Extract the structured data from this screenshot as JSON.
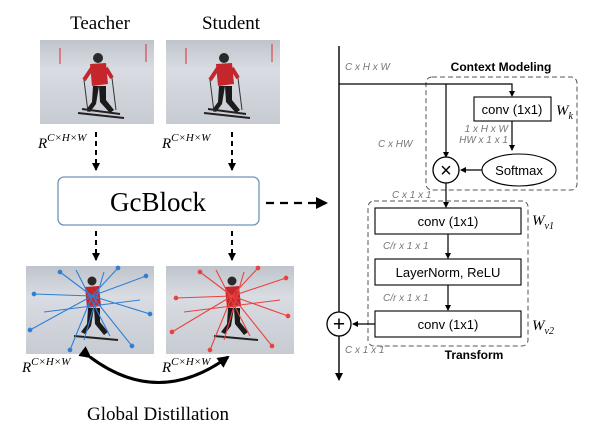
{
  "left": {
    "teacher_label": "Teacher",
    "student_label": "Student",
    "shape_base": "R",
    "shape_sup": "C×H×W",
    "gcblock_label": "GcBlock",
    "bottom_label": "Global Distillation"
  },
  "right": {
    "input_dim": "C x H x W",
    "context_title": "Context Modeling",
    "context_conv": "conv (1x1)",
    "wk_base": "W",
    "wk_sub": "k",
    "dim_1hw": "1 x H x W",
    "dim_hw11": "HW x 1 x 1",
    "dim_chw": "C x HW",
    "multiply_symbol": "×",
    "softmax_label": "Softmax",
    "dim_c11_a": "C x 1 x 1",
    "transform_conv1": "conv (1x1)",
    "wv1_base": "W",
    "wv1_sub": "v1",
    "dim_cr11_a": "C/r x 1 x 1",
    "layernorm_label": "LayerNorm, ReLU",
    "dim_cr11_b": "C/r x 1 x 1",
    "transform_conv2": "conv (1x1)",
    "wv2_base": "W",
    "wv2_sub": "v2",
    "add_symbol": "+",
    "dim_c11_b": "C x 1 x 1",
    "transform_title": "Transform"
  },
  "colors": {
    "teacher_arrows": "#2f7fd6",
    "student_arrows": "#e8433f",
    "gcblock_border": "#6f93b8",
    "dim_text": "#777777"
  }
}
